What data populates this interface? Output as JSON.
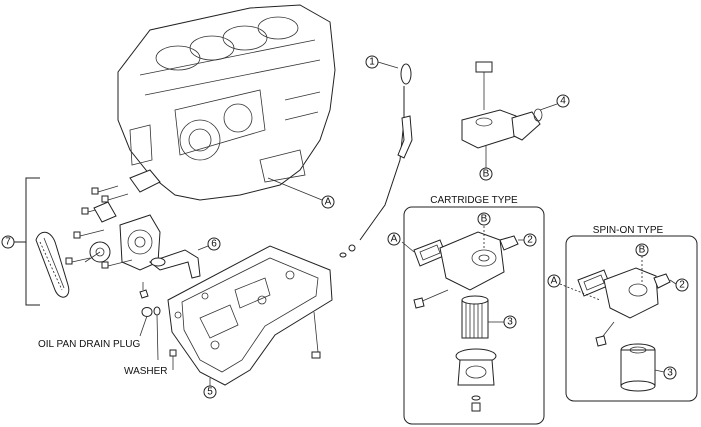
{
  "labels": {
    "cartridge_type": "CARTRIDGE TYPE",
    "spin_on_type": "SPIN-ON TYPE",
    "oil_pan_drain_plug": "OIL PAN DRAIN PLUG",
    "washer": "WASHER"
  },
  "callouts": {
    "c1": "1",
    "c2": "2",
    "c3": "3",
    "c4": "4",
    "c5": "5",
    "c6": "6",
    "c7": "7",
    "A": "A",
    "B": "B"
  }
}
